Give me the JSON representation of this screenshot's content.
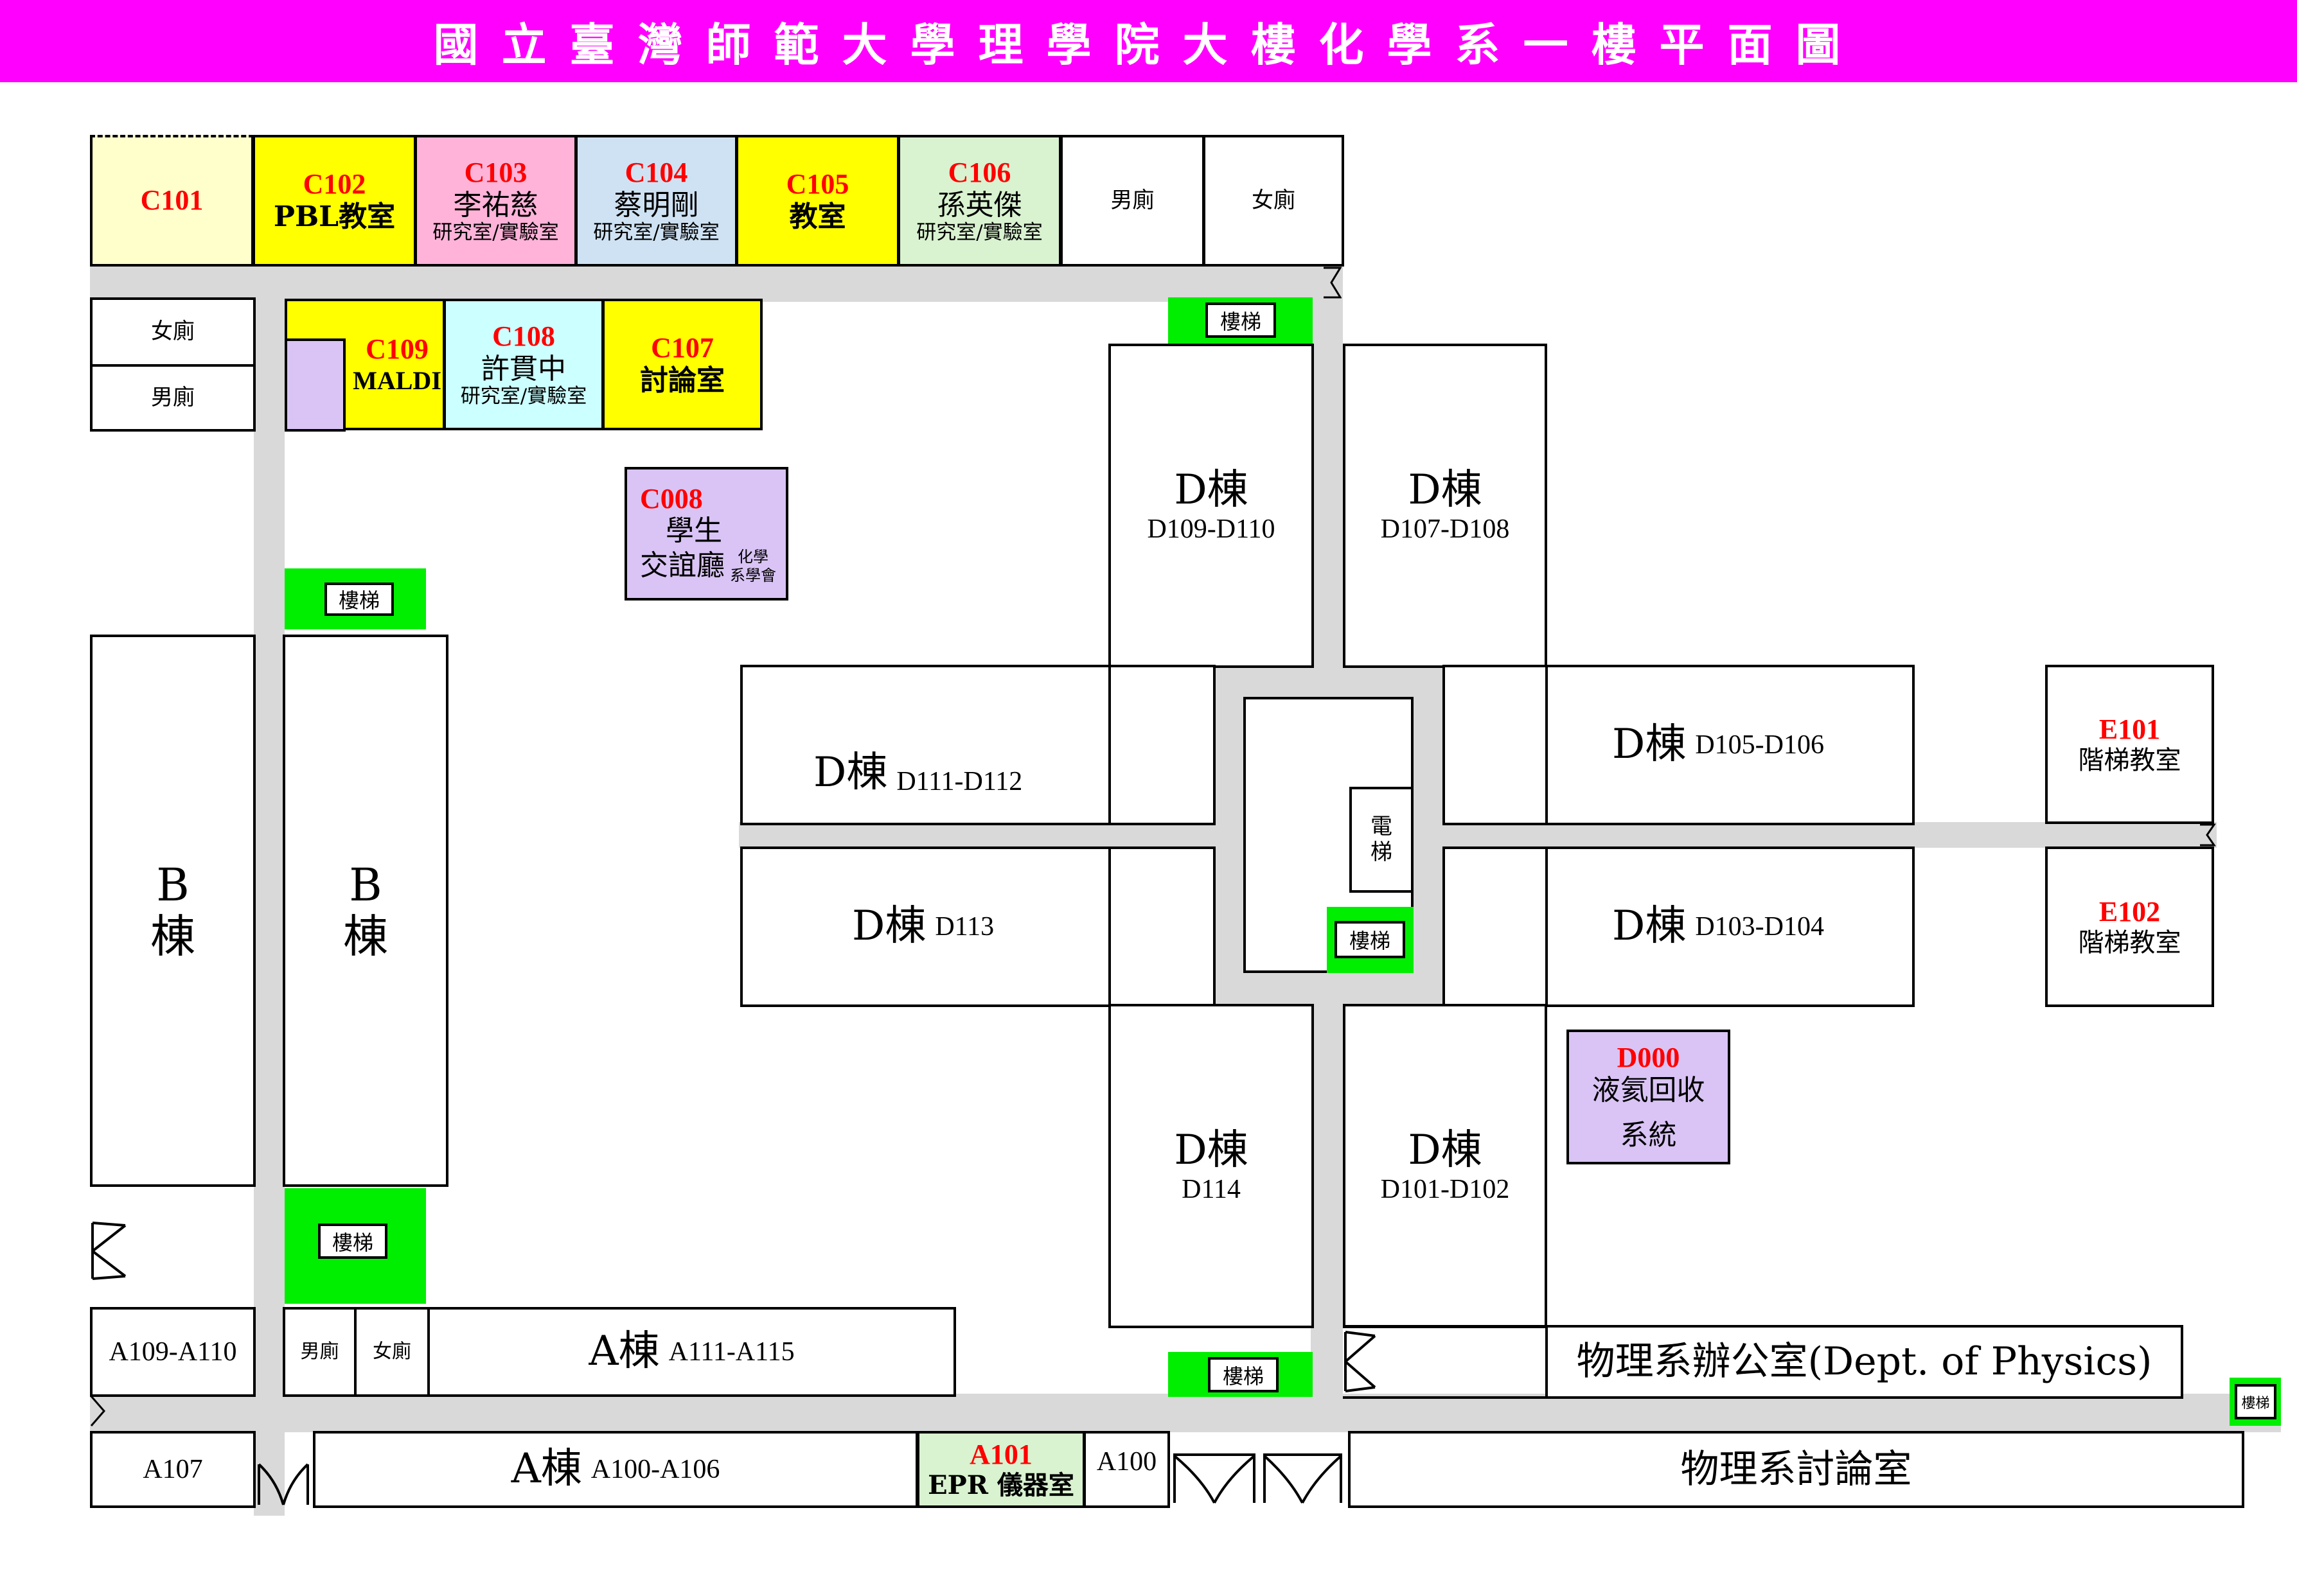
{
  "title": "國立臺灣師範大學理學院大樓化學系一樓平面圖",
  "colors": {
    "title_bg": "#ff00ff",
    "corridor": "#d9d9d9",
    "yellow": "#ffff00",
    "light_yellow": "#ffffcc",
    "pink": "#ffb3d9",
    "light_blue": "#cfe2f3",
    "light_green": "#d9f2d0",
    "cyan": "#ccffff",
    "lavender": "#d9c4f5",
    "stairs": "#00ee00",
    "code_red": "#ff0000"
  },
  "rooms": {
    "c101": {
      "code": "C101"
    },
    "c102": {
      "code": "C102",
      "name": "PBL教室"
    },
    "c103": {
      "code": "C103",
      "name": "李祐慈",
      "sub": "研究室/實驗室"
    },
    "c104": {
      "code": "C104",
      "name": "蔡明剛",
      "sub": "研究室/實驗室"
    },
    "c105": {
      "code": "C105",
      "name": "教室"
    },
    "c106": {
      "code": "C106",
      "name": "孫英傑",
      "sub": "研究室/實驗室"
    },
    "c107": {
      "code": "C107",
      "name": "討論室"
    },
    "c108": {
      "code": "C108",
      "name": "許貫中",
      "sub": "研究室/實驗室"
    },
    "c109": {
      "code": "C109",
      "name": "MALDI"
    },
    "c008": {
      "code": "C008",
      "name1": "學生",
      "name2": "交誼廳",
      "note1": "化學",
      "note2": "系學會"
    },
    "d000": {
      "code": "D000",
      "name1": "液氦回收",
      "name2": "系統"
    },
    "e101": {
      "code": "E101",
      "name": "階梯教室"
    },
    "e102": {
      "code": "E102",
      "name": "階梯教室"
    },
    "a101": {
      "code": "A101",
      "name": "EPR 儀器室"
    }
  },
  "restrooms": {
    "men": "男廁",
    "women": "女廁"
  },
  "stairs_label": "樓梯",
  "elevator_label": "電梯",
  "buildings": {
    "b_char1": "B",
    "b_char2": "棟",
    "d_name": "D棟",
    "a_name": "A棟",
    "d109": "D109-D110",
    "d107": "D107-D108",
    "d111": "D111-D112",
    "d105": "D105-D106",
    "d113": "D113",
    "d103": "D103-D104",
    "d114": "D114",
    "d101": "D101-D102",
    "a111": "A111-A115",
    "a100_106": "A100-A106",
    "a109": "A109-A110",
    "a107": "A107",
    "a100": "A100"
  },
  "physics": {
    "office": "物理系辦公室(Dept. of Physics)",
    "discussion": "物理系討論室"
  }
}
